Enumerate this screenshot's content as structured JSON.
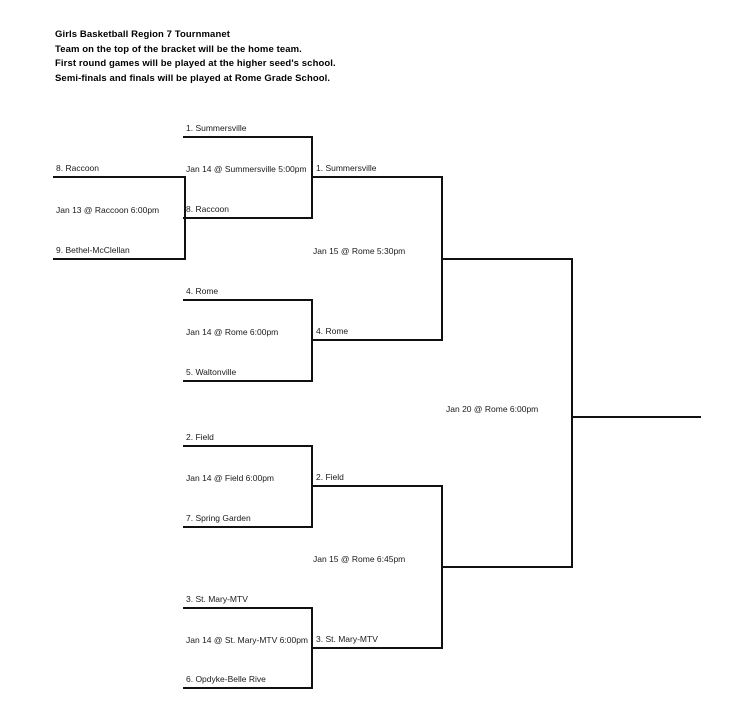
{
  "header": {
    "lines": [
      "Girls Basketball Region 7 Tournmanet",
      "Team on the top of the bracket will be the home team.",
      "First round games will be played at the higher seed's school.",
      "Semi-finals and finals will be played at Rome Grade School."
    ]
  },
  "bracket": {
    "play_in": {
      "top_team": "8. Raccoon",
      "bottom_team": "9. Bethel-McClellan",
      "game": "Jan 13 @ Raccoon 6:00pm"
    },
    "quarterfinals": [
      {
        "top_team": "1. Summersville",
        "bottom_team": "8. Raccoon",
        "game": "Jan 14 @ Summersville 5:00pm",
        "winner": "1. Summersville"
      },
      {
        "top_team": "4. Rome",
        "bottom_team": "5. Waltonville",
        "game": "Jan 14 @ Rome 6:00pm",
        "winner": "4. Rome"
      },
      {
        "top_team": "2. Field",
        "bottom_team": "7. Spring Garden",
        "game": "Jan 14 @ Field 6:00pm",
        "winner": "2. Field"
      },
      {
        "top_team": "3. St. Mary-MTV",
        "bottom_team": "6. Opdyke-Belle Rive",
        "game": "Jan 14 @ St. Mary-MTV 6:00pm",
        "winner": "3. St. Mary-MTV"
      }
    ],
    "semifinals": [
      {
        "game": "Jan 15 @ Rome 5:30pm",
        "winner": ""
      },
      {
        "game": "Jan 15 @ Rome 6:45pm",
        "winner": ""
      }
    ],
    "final": {
      "game": "Jan 20 @ Rome 6:00pm",
      "champion": ""
    }
  }
}
